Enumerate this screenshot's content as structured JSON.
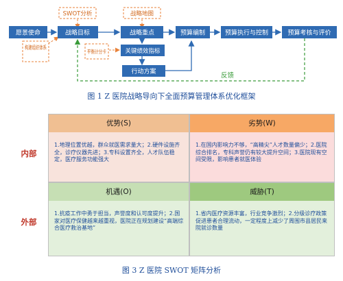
{
  "figure1": {
    "nodes": {
      "vision": "愿景使命",
      "goal": "战略目标",
      "focus": "战略重点",
      "compile": "预算编制",
      "execute": "预算执行与控制",
      "assess": "预算考核与评价",
      "kpi": "关键绩效指标",
      "action": "行动方案"
    },
    "tools": {
      "swot": "SWOT分析",
      "map": "战略地图",
      "org": "构建组织体系",
      "bsc": "平衡计分卡"
    },
    "feedback": "反馈",
    "caption": "图 1   Z 医院战略导向下全面预算管理体系优化框架"
  },
  "figure3": {
    "row_labels": {
      "internal": "内部",
      "external": "外部"
    },
    "strengths": {
      "title": "优势(S)",
      "text": "1.地理位置优越，群众就医需求量大；2.硬件设施齐全，诊疗仪器先进；3.专科设置齐全，人才队伍稳定，医疗服务功能强大"
    },
    "weaknesses": {
      "title": "劣势(W)",
      "text": "1.在国内影响力不够，“高精尖”人才数量偏少；2.医院综合排名，专科声誉仍有较大提升空间；3.医院现有空间受限，影响患者就医体验"
    },
    "opportunities": {
      "title": "机遇(O)",
      "text": "1.抗疫工作中勇于担当，声誉度和认可度提升；2.国家对医疗保健越来越重视，医院正在规划建设“高端综合医疗救治基地”"
    },
    "threats": {
      "title": "威胁(T)",
      "text": "1.省内医疗资源丰富，行业竞争激烈；2.分级诊疗政策促进患者合理流动，一定程度上减少了周围市县居民来院就诊数量"
    },
    "caption": "图 3   Z 医院 SWOT 矩阵分析"
  },
  "colors": {
    "node_fill": "#2f6bb3",
    "node_text": "#ffffff",
    "tool_border": "#e8823a",
    "tool_text": "#d2691e",
    "feedback_line": "#3a9b3a",
    "arrow": "#2f6bb3",
    "caption": "#1f4e9a",
    "row_label": "#c0392b"
  }
}
